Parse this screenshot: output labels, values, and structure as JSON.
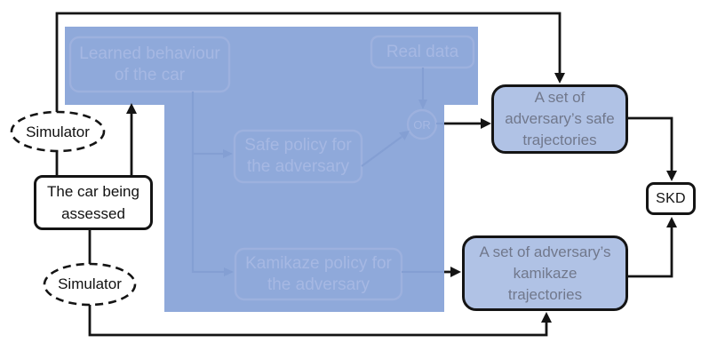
{
  "colors": {
    "overlay_blue": "#8fa9da",
    "box_fill_blue": "#b0c2e5",
    "ghost_stroke": "#9db1de",
    "ghost_text": "#a6b8e3",
    "ghost_connector": "#849fd3",
    "box_text_gray": "#71788c",
    "line_black": "#141414"
  },
  "nodes": {
    "simulator_top": "Simulator",
    "simulator_bottom": "Simulator",
    "car": {
      "lines": [
        "The car being",
        "assessed"
      ]
    },
    "learned_behaviour": {
      "lines": [
        "Learned behaviour",
        "of the car"
      ]
    },
    "real_data": "Real data",
    "safe_policy": {
      "lines": [
        "Safe policy for",
        "the adversary"
      ]
    },
    "kamikaze_policy": {
      "lines": [
        "Kamikaze policy for",
        "the adversary"
      ]
    },
    "or_gate": "OR",
    "safe_trajectories": {
      "lines": [
        "A set of",
        "adversary’s safe",
        "trajectories"
      ]
    },
    "kamikaze_trajectories": {
      "lines": [
        "A set of adversary’s",
        "kamikaze",
        "trajectories"
      ]
    },
    "skd": "SKD"
  }
}
